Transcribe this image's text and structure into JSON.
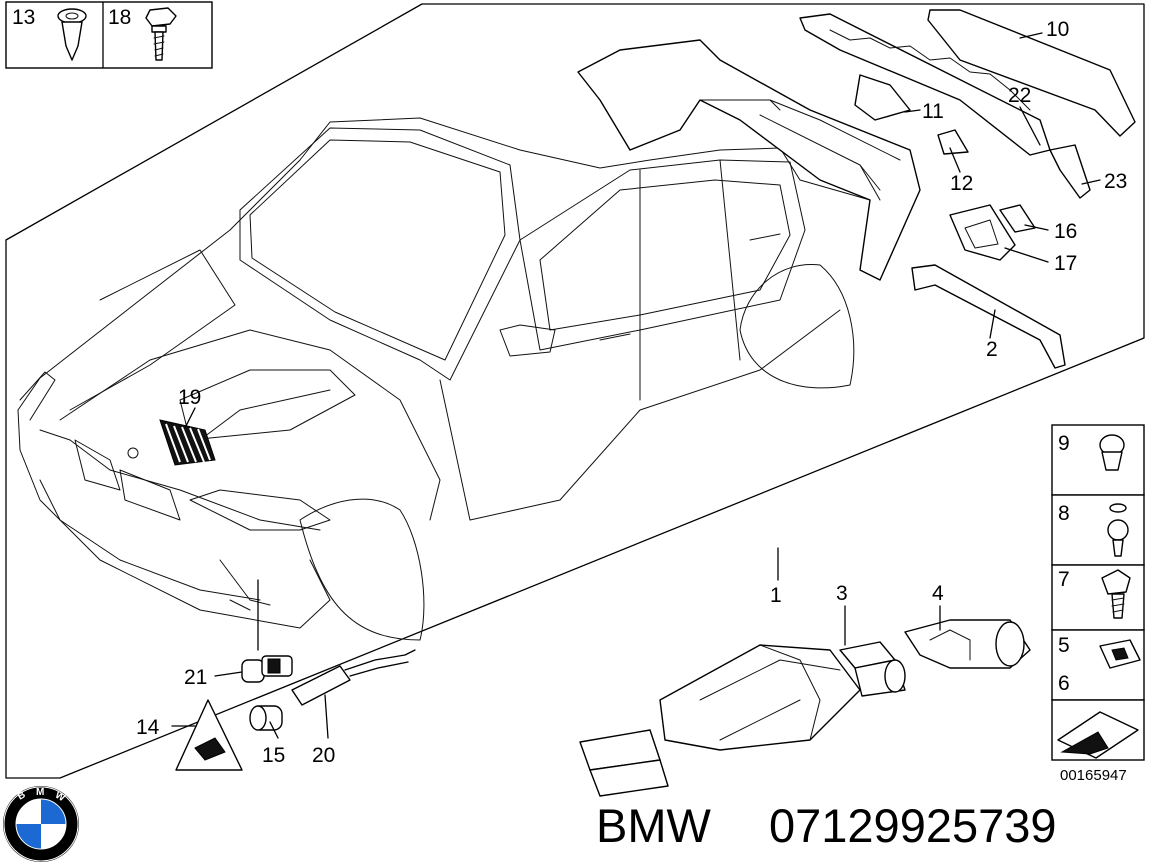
{
  "callouts": [
    "1",
    "2",
    "3",
    "4",
    "5",
    "6",
    "7",
    "8",
    "9",
    "10",
    "11",
    "12",
    "13",
    "14",
    "15",
    "16",
    "17",
    "18",
    "19",
    "20",
    "21",
    "22",
    "23"
  ],
  "diagram_ref": "00165947",
  "brand": "BMW",
  "part_number": "07129925739",
  "logo": {
    "text": "BMW",
    "colors": {
      "blue": "#1c69d4",
      "white": "#ffffff",
      "ring": "#000000"
    }
  }
}
